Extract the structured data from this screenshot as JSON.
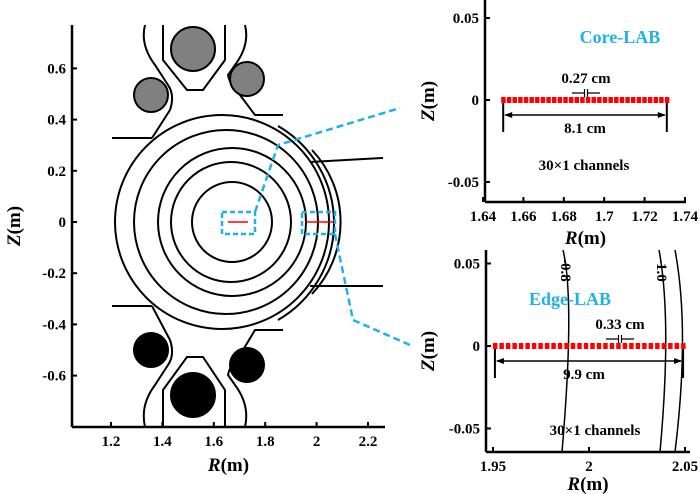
{
  "colors": {
    "accent": "#1fb2e8",
    "channel": "#ff0000",
    "coil_upper": "#808080",
    "coil_lower": "#000000"
  },
  "chart_data": [
    {
      "type": "diagram",
      "name": "poloidal-cross-section",
      "xlabel_italic": "R",
      "xlabel_unit": "(m)",
      "ylabel_italic": "Z",
      "ylabel_unit": "(m)",
      "xlim": [
        1.05,
        2.25
      ],
      "ylim": [
        -0.8,
        0.76
      ],
      "xticks": [
        1.2,
        1.4,
        1.6,
        1.8,
        2,
        2.2
      ],
      "xtick_labels": [
        "1.2",
        "1.4",
        "1.6",
        "1.8",
        "2",
        "2.2"
      ],
      "yticks": [
        0.6,
        0.4,
        0.2,
        0,
        -0.2,
        -0.4,
        -0.6
      ],
      "ytick_labels": [
        "0.6",
        "0.4",
        "0.2",
        "0",
        "-0.2",
        "-0.4",
        "-0.6"
      ]
    },
    {
      "type": "scatter",
      "name": "core-lab",
      "title": "Core-LAB",
      "xlabel_italic": "R",
      "xlabel_unit": "(m)",
      "ylabel_italic": "Z",
      "ylabel_unit": "(m)",
      "xlim": [
        1.64,
        1.74
      ],
      "ylim": [
        -0.06,
        0.06
      ],
      "xtick_labels": [
        "1.64",
        "1.66",
        "1.68",
        "1.7",
        "1.72",
        "1.74"
      ],
      "xticks": [
        1.64,
        1.66,
        1.68,
        1.7,
        1.72,
        1.74
      ],
      "ytick_labels": [
        "0.05",
        "0",
        "-0.05"
      ],
      "yticks": [
        0.05,
        0,
        -0.05
      ],
      "channels": 30,
      "r_start": 1.65,
      "r_end": 1.731,
      "spacing_label": "0.27 cm",
      "span_label": "8.1 cm",
      "channels_label": "30×1 channels"
    },
    {
      "type": "scatter",
      "name": "edge-lab",
      "title": "Edge-LAB",
      "xlabel_italic": "R",
      "xlabel_unit": "(m)",
      "ylabel_italic": "Z",
      "ylabel_unit": "(m)",
      "xlim": [
        1.945,
        2.052
      ],
      "ylim": [
        -0.06,
        0.06
      ],
      "xtick_labels": [
        "1.95",
        "2",
        "2.05"
      ],
      "xticks": [
        1.95,
        2.0,
        2.05
      ],
      "ytick_labels": [
        "0.05",
        "0",
        "-0.05"
      ],
      "yticks": [
        0.05,
        0,
        -0.05
      ],
      "channels": 30,
      "r_start": 1.951,
      "r_end": 2.049,
      "spacing_label": "0.33 cm",
      "span_label": "9.9 cm",
      "channels_label": "30×1 channels",
      "contour_labels": [
        "-0.8",
        "-1.0"
      ]
    }
  ]
}
